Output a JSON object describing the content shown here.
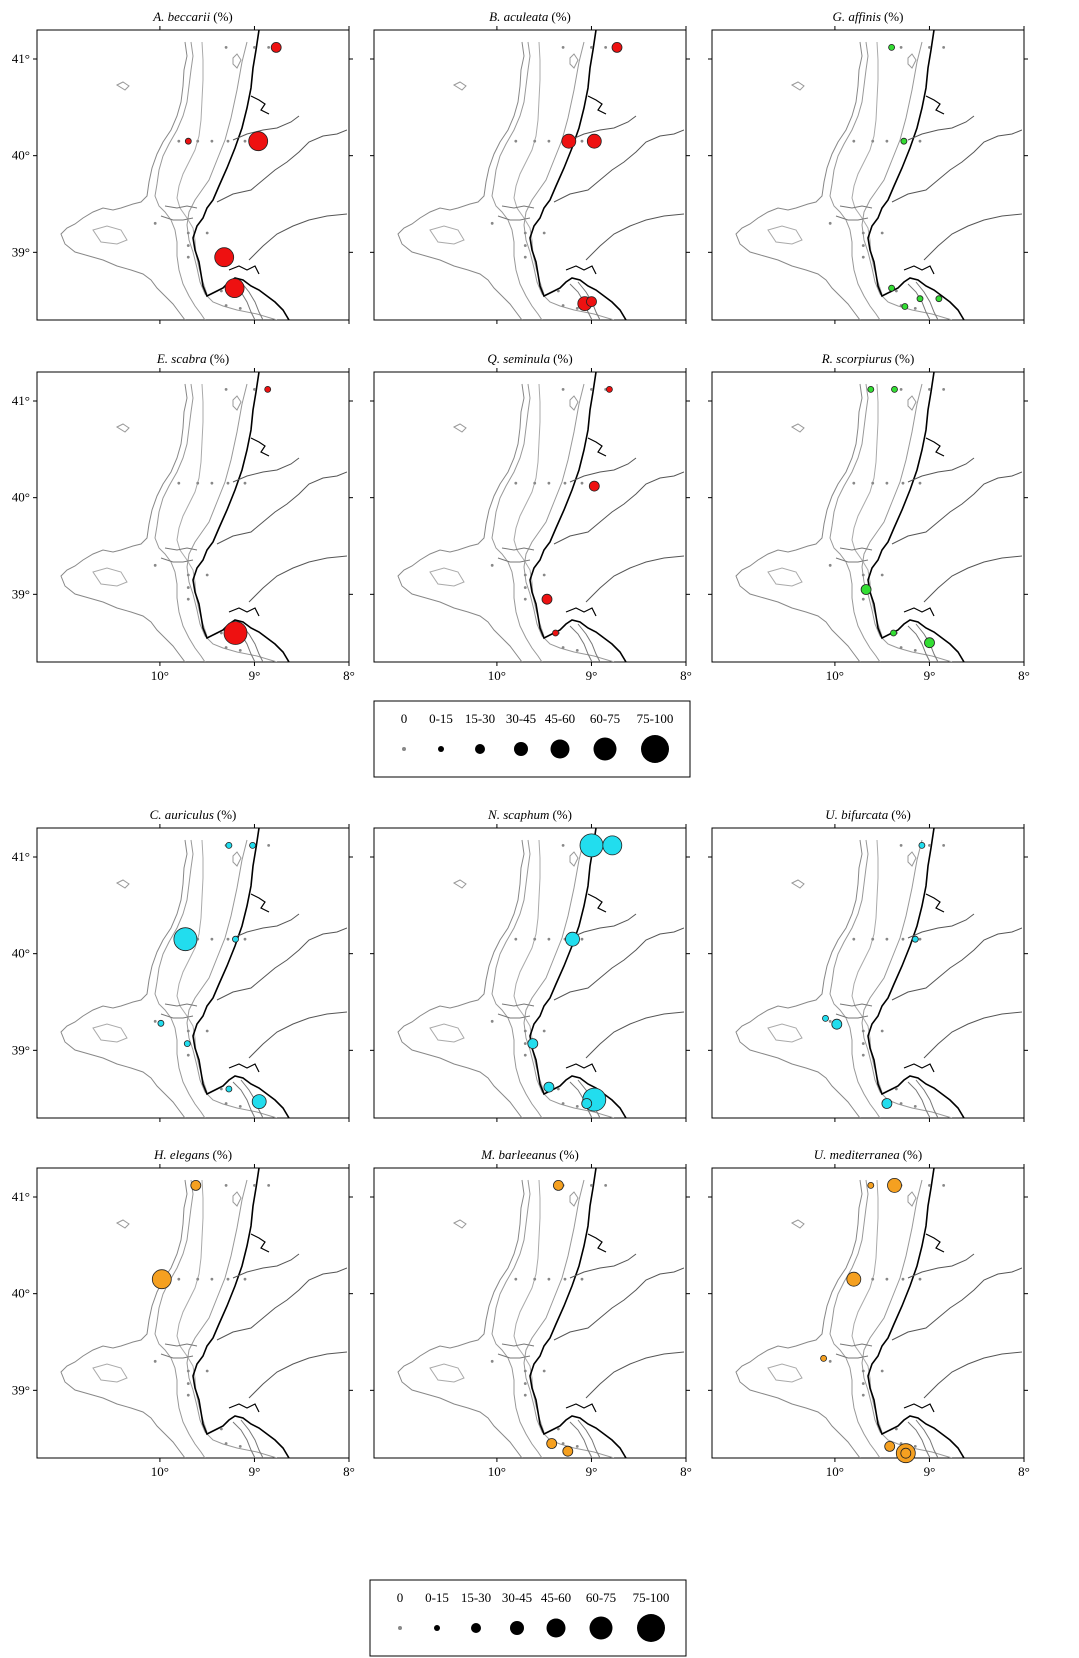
{
  "figure": {
    "colors": {
      "red": "#ee1111",
      "green": "#33dd33",
      "cyan": "#22ddee",
      "orange": "#f5a020",
      "outline": "#222222",
      "zero": "#888888"
    },
    "lat_labels": [
      "41°",
      "40°",
      "39°"
    ],
    "lon_labels": [
      "10°",
      "9°",
      "8°"
    ],
    "legend": {
      "classes": [
        "0",
        "0-15",
        "15-30",
        "30-45",
        "45-60",
        "60-75",
        "75-100"
      ]
    },
    "panels": [
      {
        "title": "A. beccarii",
        "unit": "(%)",
        "color": "red",
        "points": [
          {
            "lon": 8.77,
            "lat": 41.12,
            "cls": 2
          },
          {
            "lon": 8.96,
            "lat": 40.15,
            "cls": 4
          },
          {
            "lon": 9.32,
            "lat": 38.95,
            "cls": 4
          },
          {
            "lon": 9.21,
            "lat": 38.63,
            "cls": 4
          },
          {
            "lon": 9.7,
            "lat": 40.15,
            "cls": 1
          }
        ]
      },
      {
        "title": "B. aculeata",
        "unit": "(%)",
        "color": "red",
        "points": [
          {
            "lon": 8.73,
            "lat": 41.12,
            "cls": 2
          },
          {
            "lon": 9.24,
            "lat": 40.15,
            "cls": 3
          },
          {
            "lon": 8.97,
            "lat": 40.15,
            "cls": 3
          },
          {
            "lon": 9.07,
            "lat": 38.47,
            "cls": 3
          },
          {
            "lon": 9.0,
            "lat": 38.49,
            "cls": 2
          }
        ]
      },
      {
        "title": "G. affinis",
        "unit": "(%)",
        "color": "green",
        "points": [
          {
            "lon": 9.4,
            "lat": 41.12,
            "cls": 1
          },
          {
            "lon": 9.27,
            "lat": 40.15,
            "cls": 1
          },
          {
            "lon": 9.4,
            "lat": 38.63,
            "cls": 1
          },
          {
            "lon": 9.26,
            "lat": 38.44,
            "cls": 1
          },
          {
            "lon": 9.1,
            "lat": 38.52,
            "cls": 1
          },
          {
            "lon": 8.9,
            "lat": 38.52,
            "cls": 1
          }
        ]
      },
      {
        "title": "E. scabra",
        "unit": "(%)",
        "color": "red",
        "points": [
          {
            "lon": 8.86,
            "lat": 41.12,
            "cls": 1
          },
          {
            "lon": 9.2,
            "lat": 38.6,
            "cls": 5
          }
        ]
      },
      {
        "title": "Q. seminula",
        "unit": "(%)",
        "color": "red",
        "points": [
          {
            "lon": 8.81,
            "lat": 41.12,
            "cls": 1
          },
          {
            "lon": 8.97,
            "lat": 40.12,
            "cls": 2
          },
          {
            "lon": 9.47,
            "lat": 38.95,
            "cls": 2
          },
          {
            "lon": 9.38,
            "lat": 38.6,
            "cls": 1
          }
        ]
      },
      {
        "title": "R. scorpiurus",
        "unit": "(%)",
        "color": "green",
        "points": [
          {
            "lon": 9.62,
            "lat": 41.12,
            "cls": 1
          },
          {
            "lon": 9.37,
            "lat": 41.12,
            "cls": 1
          },
          {
            "lon": 9.67,
            "lat": 39.05,
            "cls": 2
          },
          {
            "lon": 9.38,
            "lat": 38.6,
            "cls": 1
          },
          {
            "lon": 9.0,
            "lat": 38.5,
            "cls": 2
          }
        ]
      },
      {
        "title": "C. auriculus",
        "unit": "(%)",
        "color": "cyan",
        "points": [
          {
            "lon": 9.27,
            "lat": 41.12,
            "cls": 1
          },
          {
            "lon": 9.02,
            "lat": 41.12,
            "cls": 1
          },
          {
            "lon": 9.73,
            "lat": 40.15,
            "cls": 5
          },
          {
            "lon": 9.2,
            "lat": 40.15,
            "cls": 1
          },
          {
            "lon": 9.99,
            "lat": 39.28,
            "cls": 1
          },
          {
            "lon": 9.71,
            "lat": 39.07,
            "cls": 1
          },
          {
            "lon": 9.27,
            "lat": 38.6,
            "cls": 1
          },
          {
            "lon": 8.95,
            "lat": 38.47,
            "cls": 3
          }
        ]
      },
      {
        "title": "N. scaphum",
        "unit": "(%)",
        "color": "cyan",
        "points": [
          {
            "lon": 9.0,
            "lat": 41.12,
            "cls": 5
          },
          {
            "lon": 8.78,
            "lat": 41.12,
            "cls": 4
          },
          {
            "lon": 9.2,
            "lat": 40.15,
            "cls": 3
          },
          {
            "lon": 9.62,
            "lat": 39.07,
            "cls": 2
          },
          {
            "lon": 9.45,
            "lat": 38.62,
            "cls": 2
          },
          {
            "lon": 8.97,
            "lat": 38.49,
            "cls": 5
          },
          {
            "lon": 9.05,
            "lat": 38.45,
            "cls": 2
          }
        ]
      },
      {
        "title": "U. bifurcata",
        "unit": "(%)",
        "color": "cyan",
        "points": [
          {
            "lon": 9.08,
            "lat": 41.12,
            "cls": 1
          },
          {
            "lon": 9.15,
            "lat": 40.15,
            "cls": 1
          },
          {
            "lon": 10.1,
            "lat": 39.33,
            "cls": 1
          },
          {
            "lon": 9.98,
            "lat": 39.27,
            "cls": 2
          },
          {
            "lon": 9.45,
            "lat": 38.45,
            "cls": 2
          }
        ]
      },
      {
        "title": "H. elegans",
        "unit": "(%)",
        "color": "orange",
        "points": [
          {
            "lon": 9.62,
            "lat": 41.12,
            "cls": 2
          },
          {
            "lon": 9.98,
            "lat": 40.15,
            "cls": 4
          }
        ]
      },
      {
        "title": "M. barleeanus",
        "unit": "(%)",
        "color": "orange",
        "points": [
          {
            "lon": 9.35,
            "lat": 41.12,
            "cls": 2
          },
          {
            "lon": 9.42,
            "lat": 38.45,
            "cls": 2
          },
          {
            "lon": 9.25,
            "lat": 38.37,
            "cls": 2
          }
        ]
      },
      {
        "title": "U. mediterranea",
        "unit": "(%)",
        "color": "orange",
        "points": [
          {
            "lon": 9.62,
            "lat": 41.12,
            "cls": 1
          },
          {
            "lon": 9.37,
            "lat": 41.12,
            "cls": 3
          },
          {
            "lon": 9.8,
            "lat": 40.15,
            "cls": 3
          },
          {
            "lon": 10.12,
            "lat": 39.33,
            "cls": 1
          },
          {
            "lon": 9.42,
            "lat": 38.42,
            "cls": 2
          },
          {
            "lon": 9.25,
            "lat": 38.35,
            "cls": 4
          },
          {
            "lon": 9.25,
            "lat": 38.35,
            "cls": 2
          }
        ]
      }
    ]
  }
}
